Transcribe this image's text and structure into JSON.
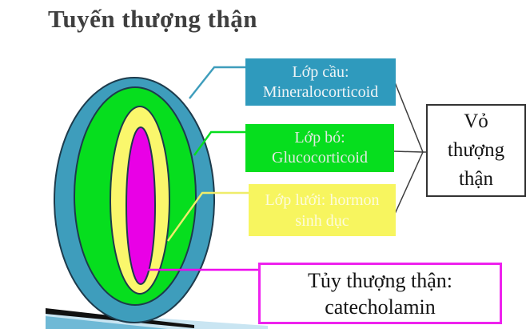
{
  "title": "Tuyến thượng thận",
  "callouts": {
    "glomerulosa": {
      "line1": "Lớp cầu:",
      "line2": "Mineralocorticoid"
    },
    "fasciculata": {
      "line1": "Lớp bó:",
      "line2": "Glucocorticoid"
    },
    "reticularis": {
      "line1": "Lớp lưới: hormon",
      "line2": "sinh dục"
    },
    "medulla": {
      "line1": "Tủy thượng thận:",
      "line2": "catecholamin"
    },
    "cortex": {
      "line1": "Vỏ",
      "line2": "thượng",
      "line3": "thận"
    }
  },
  "colors": {
    "ring_outer": "#3e9dbc",
    "ring_middle": "#06de1e",
    "ring_inner": "#faf76c",
    "ring_core": "#e900e6",
    "ring_stroke": "#1d3b4c",
    "box_blue": "#2f9abd",
    "box_green": "#06de1e",
    "box_yellow": "#f7f55f",
    "medulla_border": "#ee22ee",
    "cortex_border": "#333333",
    "connector_teal": "#3e9dbc",
    "connector_green": "#06de1e",
    "connector_yellow": "#efed6b",
    "connector_magenta": "#ee00ee",
    "bracket": "#3d3d3d",
    "title_text": "#3f3f3f",
    "decor_black": "#111111",
    "decor_teal": "#6fb9d6",
    "decor_pale": "#c9e5f2"
  }
}
